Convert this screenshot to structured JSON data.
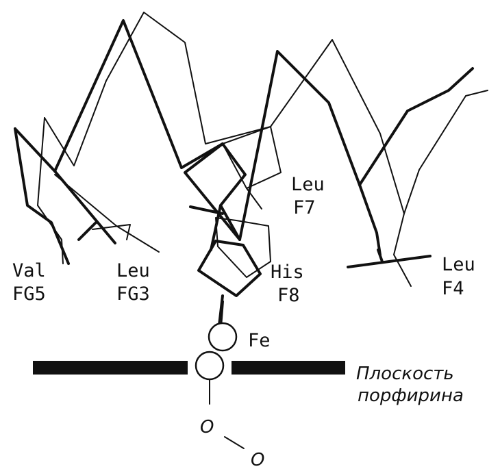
{
  "labels": {
    "val_fg5": [
      "Val",
      "FG5"
    ],
    "leu_fg3": [
      "Leu",
      "FG3"
    ],
    "leu_f7": [
      "Leu",
      "F7"
    ],
    "his_f8": [
      "His",
      "F8"
    ],
    "leu_f4": [
      "Leu",
      "F4"
    ],
    "fe": "Fe",
    "porphyrin_plane": [
      "Плоскость",
      "порфирина"
    ],
    "oxygen_1": "O",
    "oxygen_2": "O"
  },
  "colors": {
    "stroke": "#111111",
    "background": "#ffffff"
  }
}
